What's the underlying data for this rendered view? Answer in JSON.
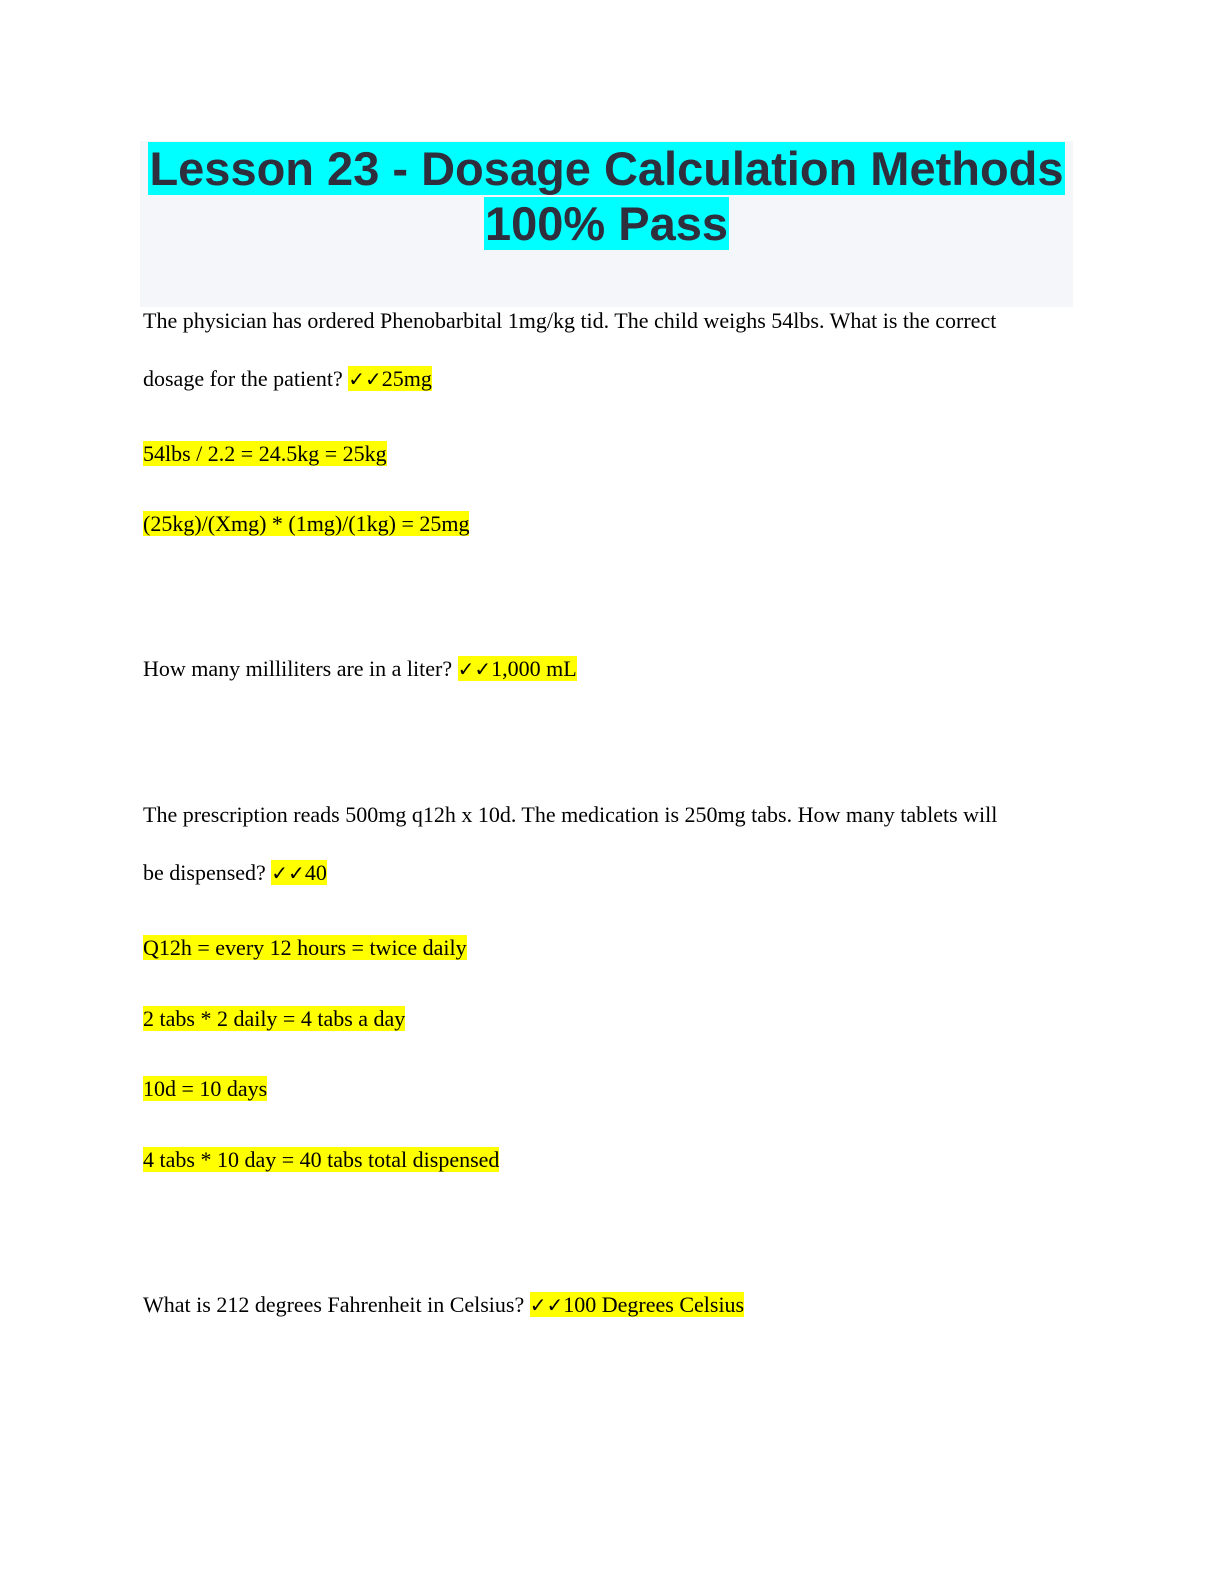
{
  "title": {
    "line1": "Lesson 23 - Dosage Calculation Methods",
    "line2": "100% Pass"
  },
  "colors": {
    "title_highlight": "#00ffff",
    "answer_highlight": "#ffff00",
    "title_text": "#2e2e3c"
  },
  "check_icon": "✓✓",
  "items": [
    {
      "question_lines": [
        "The physician has ordered Phenobarbital 1mg/kg tid. The child weighs 54lbs. What is the correct",
        "dosage for the patient?"
      ],
      "answer": "25mg",
      "work": [
        "54lbs / 2.2 = 24.5kg = 25kg",
        "(25kg)/(Xmg) * (1mg)/(1kg) = 25mg"
      ]
    },
    {
      "question_lines": [
        "How many milliliters are in a liter?"
      ],
      "answer": "1,000 mL",
      "work": []
    },
    {
      "question_lines": [
        "The prescription reads 500mg q12h x 10d. The medication is 250mg tabs. How many tablets will",
        "be dispensed?"
      ],
      "answer": "40",
      "work": [
        "Q12h = every 12 hours = twice daily",
        "2 tabs * 2 daily = 4 tabs a day",
        "10d = 10 days",
        "4 tabs * 10 day = 40 tabs total dispensed"
      ]
    },
    {
      "question_lines": [
        "What is 212 degrees Fahrenheit in Celsius?"
      ],
      "answer": "100 Degrees Celsius",
      "work": []
    }
  ]
}
